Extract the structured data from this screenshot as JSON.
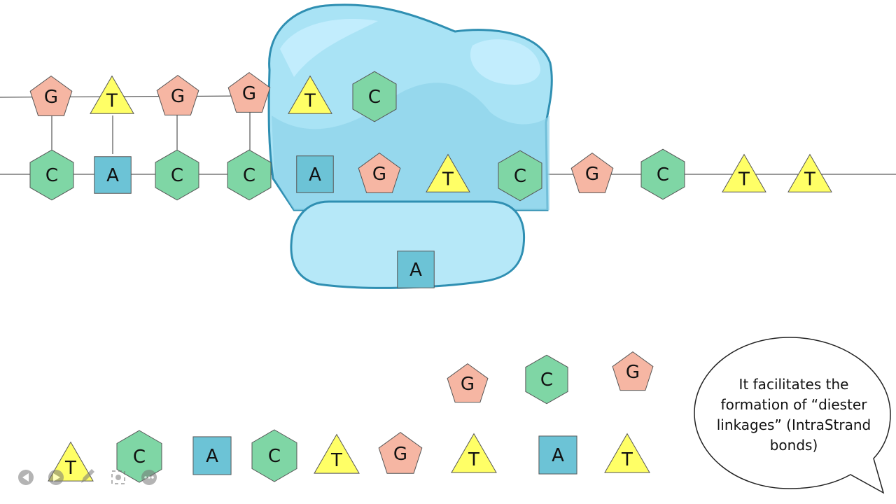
{
  "colors": {
    "G": "#f6b6a3",
    "C": "#7fd6a5",
    "T": "#ffff66",
    "A": "#6cc3d6",
    "enzyme_fill": "#a9e3f5",
    "enzyme_stroke": "#2f8fb2",
    "outline": "#555555"
  },
  "strands": {
    "top": [
      "G",
      "T",
      "G",
      "G",
      "T",
      "C"
    ],
    "bottom": [
      "C",
      "A",
      "C",
      "C",
      "A",
      "G",
      "T",
      "C",
      "G",
      "C",
      "T",
      "T"
    ]
  },
  "enzyme_nucleotide": "A",
  "free_nucleotides": {
    "upper_row": [
      "G",
      "C",
      "G"
    ],
    "lower_row": [
      "T",
      "C",
      "A",
      "C",
      "T",
      "G",
      "T",
      "A",
      "T"
    ]
  },
  "speech_bubble": {
    "lines": [
      "It facilitates the",
      "formation of “diester",
      "linkages” (IntraStrand",
      "bonds)"
    ]
  },
  "player_controls": [
    "previous-icon",
    "play-icon",
    "pen-icon",
    "zoom-icon",
    "more-icon"
  ]
}
